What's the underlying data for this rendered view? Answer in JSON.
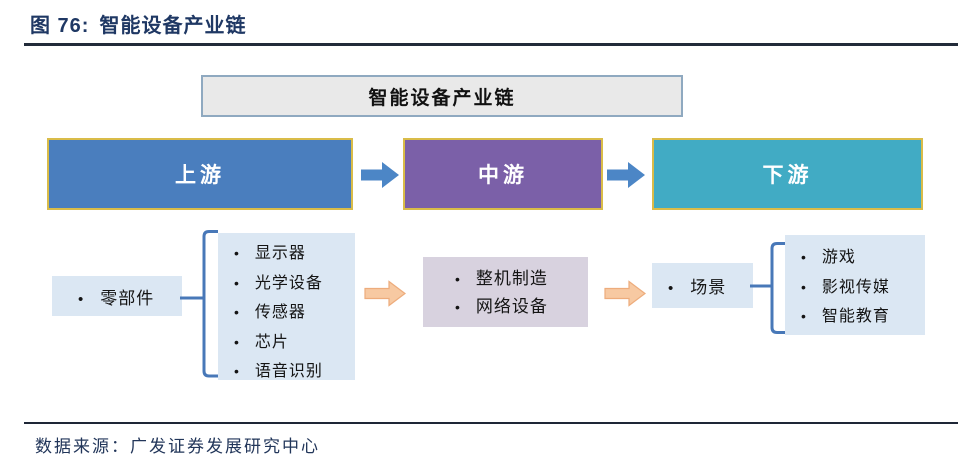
{
  "figure": {
    "label": "图 76:",
    "title": "智能设备产业链"
  },
  "diagram": {
    "header": "智能设备产业链",
    "stages": {
      "upstream": "上游",
      "midstream": "中游",
      "downstream": "下游"
    },
    "upstream": {
      "summary": "零部件",
      "items": [
        "显示器",
        "光学设备",
        "传感器",
        "芯片",
        "语音识别"
      ]
    },
    "midstream": {
      "items": [
        "整机制造",
        "网络设备"
      ]
    },
    "downstream": {
      "summary": "场景",
      "items": [
        "游戏",
        "影视传媒",
        "智能教育"
      ]
    }
  },
  "source": "数据来源：广发证券发展研究中心",
  "colors": {
    "stage_upstream": "#4A7EBE",
    "stage_midstream": "#7B60A8",
    "stage_downstream": "#41ABC4",
    "stage_border": "#D9BC49",
    "detail_box": "#DBE7F3",
    "midstream_detail_box": "#D8D2DF",
    "flow_arrow_blue": "#4C86C6",
    "process_arrow_fill": "#F7C9A2",
    "process_arrow_edge": "#EDAC7C",
    "bracket_blue": "#4878B8",
    "header_box_fill": "#E9E9E9",
    "header_box_border": "#8FA9C0",
    "heading_text": "#1F3864",
    "source_text": "#22365A"
  }
}
